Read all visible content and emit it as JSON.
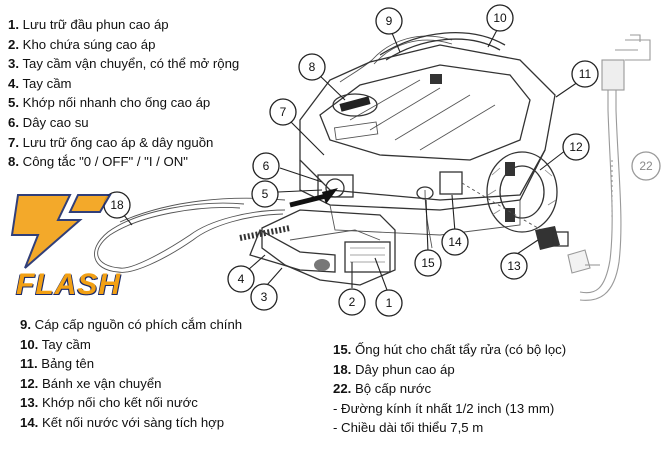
{
  "legend_top": [
    {
      "num": "1.",
      "text": "Lưu trữ đầu phun cao áp"
    },
    {
      "num": "2.",
      "text": "Kho chứa súng cao áp"
    },
    {
      "num": "3.",
      "text": "Tay cầm vận chuyển, có thể mở rộng"
    },
    {
      "num": "4.",
      "text": "Tay cầm"
    },
    {
      "num": "5.",
      "text": "Khớp nối nhanh cho ống cao áp"
    },
    {
      "num": "6.",
      "text": "Dây cao su"
    },
    {
      "num": "7.",
      "text": "Lưu trữ ống cao áp & dây nguồn"
    },
    {
      "num": "8.",
      "text": "Công tắc \"0 / OFF\" / \"I / ON\""
    }
  ],
  "legend_mid": [
    {
      "num": "9.",
      "text": "Cáp cấp nguồn có phích cắm chính"
    },
    {
      "num": "10.",
      "text": "Tay cầm"
    },
    {
      "num": "11.",
      "text": "Bảng tên"
    },
    {
      "num": "12.",
      "text": "Bánh xe vận chuyển"
    },
    {
      "num": "13.",
      "text": "Khớp nối cho kết nối nước"
    },
    {
      "num": "14.",
      "text": "Kết nối nước với sàng tích hợp"
    }
  ],
  "legend_right": [
    {
      "num": "15.",
      "text": "Ống hút cho chất tẩy rửa (có bộ lọc)"
    },
    {
      "num": "18.",
      "text": "Dây phun cao áp"
    },
    {
      "num": "22.",
      "text": "Bộ cấp nước"
    },
    {
      "num": "",
      "text": "- Đường kính ít nhất 1/2 inch (13 mm)"
    },
    {
      "num": "",
      "text": "- Chiều dài tối thiểu 7,5 m"
    }
  ],
  "callouts": [
    "1",
    "2",
    "3",
    "4",
    "5",
    "6",
    "7",
    "8",
    "9",
    "10",
    "11",
    "12",
    "13",
    "14",
    "15",
    "18",
    "22"
  ],
  "logo": {
    "text": "FLASH",
    "colors": {
      "bolt": "#f2a014",
      "outline": "#1b2b6b"
    }
  }
}
